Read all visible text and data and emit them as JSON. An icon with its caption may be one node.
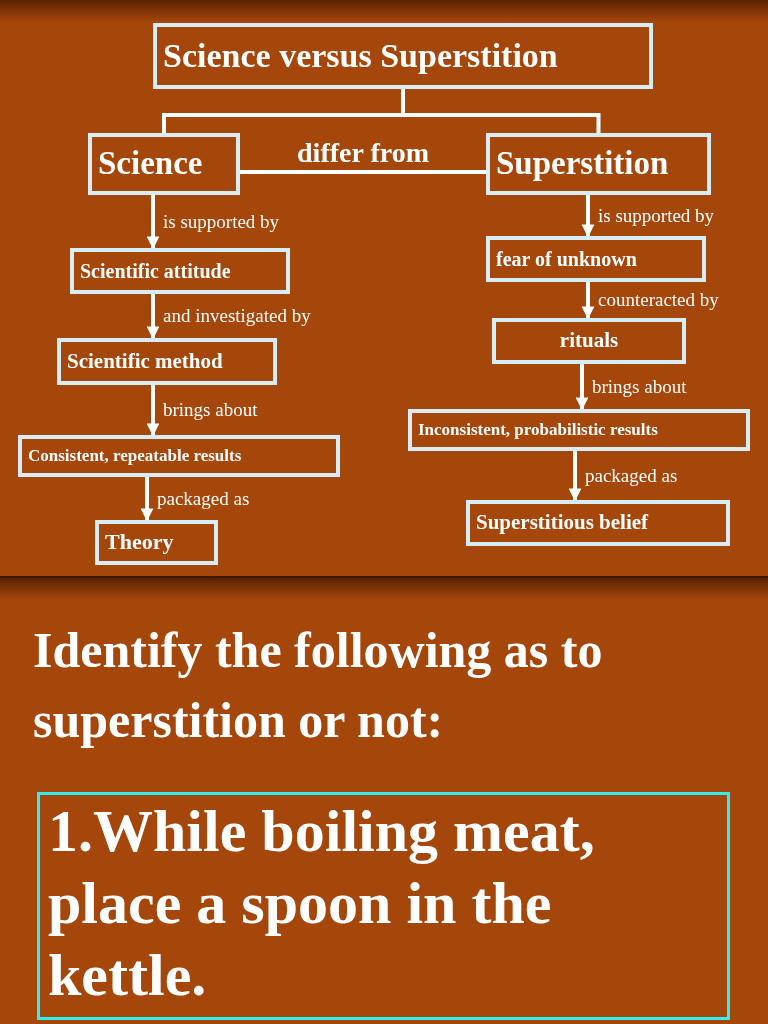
{
  "diagram": {
    "nodes": [
      {
        "text": [
          "Science versus Superstition"
        ]
      },
      {
        "text": [
          "Science"
        ]
      },
      {
        "text": [
          "Superstition"
        ]
      },
      {
        "text": [
          "Scientific attitude"
        ]
      },
      {
        "text": [
          "Scientific method"
        ]
      },
      {
        "text": [
          "Consistent, repeatable results"
        ]
      },
      {
        "text": [
          "Theory"
        ]
      },
      {
        "text": [
          "fear of unknown"
        ]
      },
      {
        "text": [
          "rituals"
        ]
      },
      {
        "text": [
          "Inconsistent, probabilistic results"
        ]
      },
      {
        "text": [
          "Superstitious belief"
        ]
      },
      {
        "text": [
          "1.While boiling meat, place a spoon in the kettle."
        ]
      }
    ],
    "edges": [
      {
        "from": 0,
        "to": 1,
        "arrow": "none"
      },
      {
        "from": 0,
        "to": 2,
        "arrow": "none"
      },
      {
        "from": 1,
        "to": 2,
        "arrow": "none",
        "label": "differ from"
      },
      {
        "from": 1,
        "to": 3,
        "arrow": "to",
        "label": "is supported by"
      },
      {
        "from": 3,
        "to": 4,
        "arrow": "to",
        "label": "and investigated by"
      },
      {
        "from": 4,
        "to": 5,
        "arrow": "to",
        "label": "brings about"
      },
      {
        "from": 5,
        "to": 6,
        "arrow": "to",
        "label": "packaged as"
      },
      {
        "from": 2,
        "to": 7,
        "arrow": "to",
        "label": "is supported by"
      },
      {
        "from": 7,
        "to": 8,
        "arrow": "to",
        "label": "counteracted by"
      },
      {
        "from": 8,
        "to": 9,
        "arrow": "to",
        "label": "brings about"
      },
      {
        "from": 9,
        "to": 10,
        "arrow": "to",
        "label": "packaged as"
      }
    ],
    "labels": [
      "Identify the following as to superstition or not:"
    ]
  }
}
